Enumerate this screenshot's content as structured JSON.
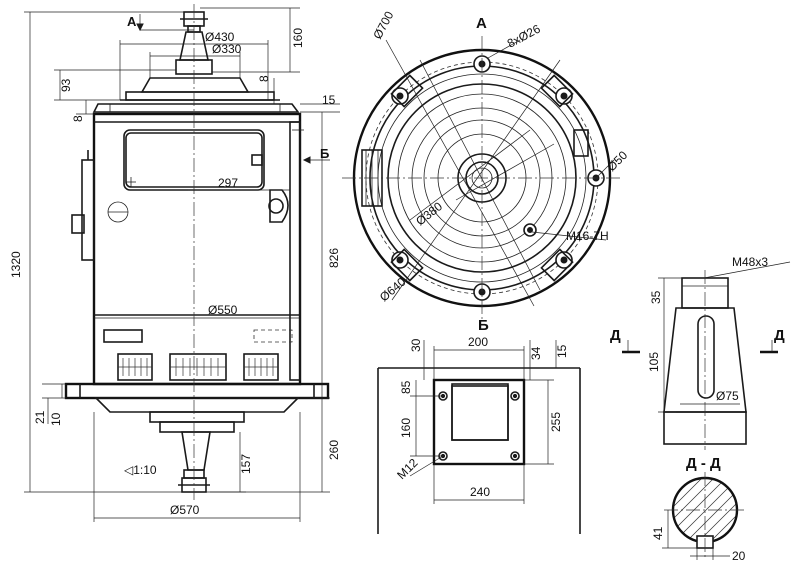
{
  "labels": {
    "view_a_top": "А",
    "view_a_title": "А",
    "view_b_side": "Б",
    "view_b_title": "Б",
    "section_d_left": "Д",
    "section_d_right": "Д",
    "section_d_title": "Д - Д"
  },
  "dimensions": {
    "d430": "Ø430",
    "d330": "Ø330",
    "d160_top": "160",
    "d93": "93",
    "d8_left": "8",
    "d8_top": "8",
    "d15_top": "15",
    "d1320": "1320",
    "d297": "297",
    "d826": "826",
    "d550": "Ø550",
    "d21": "21",
    "d10": "10",
    "d157": "157",
    "d260": "260",
    "taper": "◁1:10",
    "d570": "Ø570",
    "d700": "Ø700",
    "holes": "8xØ26",
    "d50": "Ø50",
    "d380": "Ø380",
    "m16": "M16-7H",
    "d640": "Ø640",
    "d200": "200",
    "d30": "30",
    "d34": "34",
    "d15_b": "15",
    "d85": "85",
    "d160_b": "160",
    "d255": "255",
    "m12": "M12",
    "d240": "240",
    "m48": "M48x3",
    "d35": "35",
    "d105": "105",
    "d75": "Ø75",
    "d41": "41",
    "d20": "20"
  }
}
